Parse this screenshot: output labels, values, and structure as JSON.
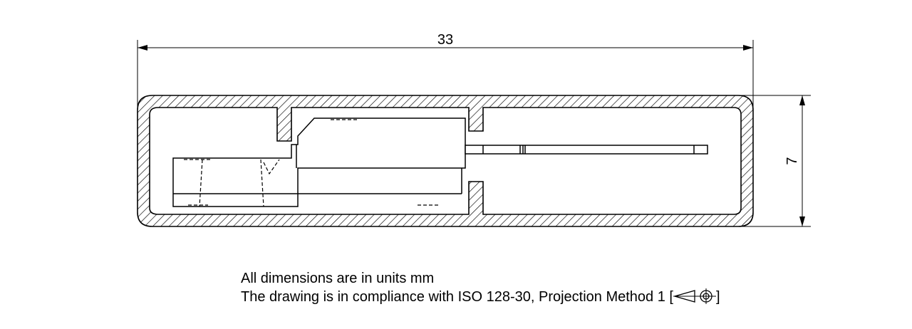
{
  "dimensions": {
    "width": "33",
    "height": "7"
  },
  "notes": {
    "units": "All dimensions are in units mm",
    "compliance": "The drawing is in compliance with ISO 128-30, Projection Method 1 [",
    "compliance_end": "]"
  },
  "symbols": {
    "projection": "first-angle-projection-icon"
  }
}
